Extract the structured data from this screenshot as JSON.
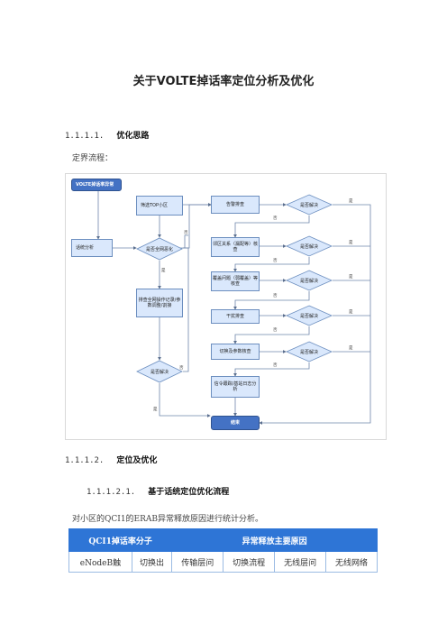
{
  "doc": {
    "title": "关于VOLTE掉话率定位分析及优化",
    "h1": {
      "num": "1.1.1.1.",
      "text": "优化思路"
    },
    "p1": "定界流程：",
    "h2": {
      "num": "1.1.1.2.",
      "text": "定位及优化"
    },
    "h3": {
      "num": "1.1.1.2.1.",
      "text": "基于话统定位优化流程"
    },
    "p2": "对小区的QCI1的ERAB异常释放原因进行统计分析。"
  },
  "flow": {
    "start": "VOLTE掉话率异常",
    "huatong": "话统分析",
    "top_cells": "筛选TOP小区",
    "is_all_net": "是否全网恶化",
    "check_global": "排查全网操作记录/参数调整/割接",
    "resolved_left": "是否解决",
    "alarm": "告警排查",
    "neighbor": "邻区关系（漏配等）核查",
    "coverage": "覆盖问题（弱覆盖）等核查",
    "interference": "干扰排查",
    "handover": "切换及参数核查",
    "signaling": "信令跟踪/基站日志分析",
    "end": "结束",
    "resolved": "是否解决",
    "yes": "是",
    "no": "否"
  },
  "table": {
    "headers": [
      "QCI1掉话率分子",
      "异常释放主要原因"
    ],
    "row": [
      "eNodeB触",
      "切换出",
      "传输层问",
      "切换流程",
      "无线层问",
      "无线网络"
    ]
  }
}
